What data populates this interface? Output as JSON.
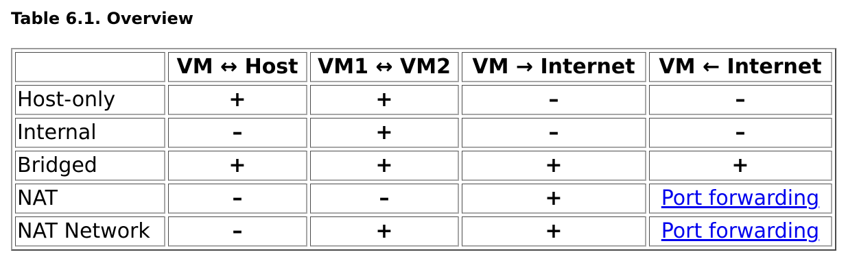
{
  "caption": "Table 6.1. Overview",
  "columns": [
    "",
    "VM ↔ Host",
    "VM1 ↔ VM2",
    "VM → Internet",
    "VM ← Internet"
  ],
  "rows": [
    {
      "label": "Host-only",
      "cells": [
        "+",
        "+",
        "–",
        "–"
      ]
    },
    {
      "label": "Internal",
      "cells": [
        "–",
        "+",
        "–",
        "–"
      ]
    },
    {
      "label": "Bridged",
      "cells": [
        "+",
        "+",
        "+",
        "+"
      ]
    },
    {
      "label": "NAT",
      "cells": [
        "–",
        "–",
        "+",
        "Port forwarding"
      ]
    },
    {
      "label": "NAT Network",
      "cells": [
        "–",
        "+",
        "+",
        "Port forwarding"
      ]
    }
  ]
}
